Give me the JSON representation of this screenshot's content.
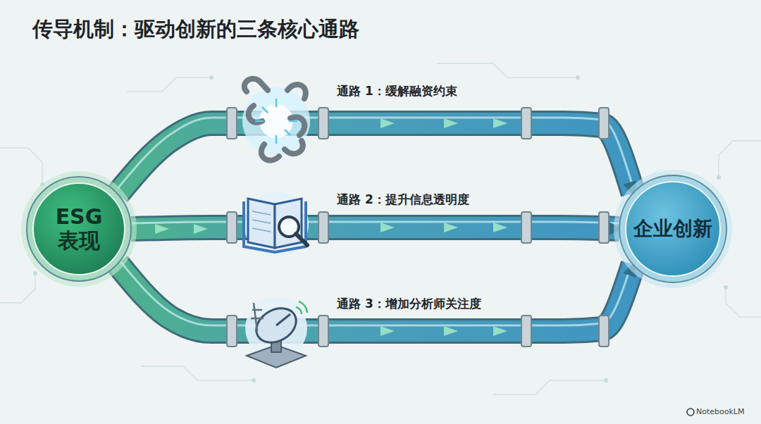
{
  "diagram": {
    "title": "传导机制：驱动创新的三条核心通路",
    "nodes": [
      {
        "text": [
          "ESG 表现"
        ]
      },
      {
        "text": [
          "企业创新"
        ]
      }
    ],
    "edges": [
      {
        "from": 0,
        "to": 1,
        "arrow": "to",
        "label": "通路 1：缓解融资约束"
      },
      {
        "from": 0,
        "to": 1,
        "arrow": "to",
        "label": "通路 2：提升信息透明度"
      },
      {
        "from": 0,
        "to": 1,
        "arrow": "to",
        "label": "通路 3：增加分析师关注度"
      }
    ],
    "labels": [
      "NotebookLM"
    ]
  }
}
